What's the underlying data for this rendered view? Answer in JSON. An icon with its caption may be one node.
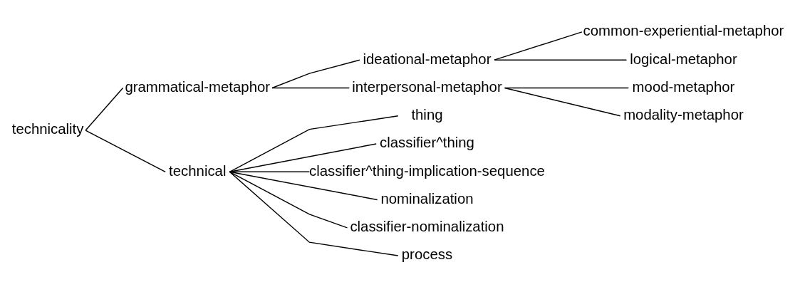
{
  "diagram": {
    "nodes": [
      {
        "text": [
          "technicality"
        ]
      },
      {
        "text": [
          "grammatical-metaphor"
        ]
      },
      {
        "text": [
          "ideational-metaphor"
        ]
      },
      {
        "text": [
          "common-experiential-metaphor"
        ]
      },
      {
        "text": [
          "logical-metaphor"
        ]
      },
      {
        "text": [
          "interpersonal-metaphor"
        ]
      },
      {
        "text": [
          "mood-metaphor"
        ]
      },
      {
        "text": [
          "modality-metaphor"
        ]
      },
      {
        "text": [
          "technical"
        ]
      },
      {
        "text": [
          "thing"
        ]
      },
      {
        "text": [
          "classifier^thing"
        ]
      },
      {
        "text": [
          "classifier^thing-implication-sequence"
        ]
      },
      {
        "text": [
          "nominalization"
        ]
      },
      {
        "text": [
          "classifier-nominalization"
        ]
      },
      {
        "text": [
          "process"
        ]
      }
    ],
    "edges": [
      {
        "from": 0,
        "to": 1,
        "arrow": "none"
      },
      {
        "from": 0,
        "to": 8,
        "arrow": "none"
      },
      {
        "from": 1,
        "to": 2,
        "arrow": "none"
      },
      {
        "from": 1,
        "to": 5,
        "arrow": "none"
      },
      {
        "from": 2,
        "to": 3,
        "arrow": "none"
      },
      {
        "from": 2,
        "to": 4,
        "arrow": "none"
      },
      {
        "from": 5,
        "to": 6,
        "arrow": "none"
      },
      {
        "from": 5,
        "to": 7,
        "arrow": "none"
      },
      {
        "from": 8,
        "to": 9,
        "arrow": "none"
      },
      {
        "from": 8,
        "to": 10,
        "arrow": "none"
      },
      {
        "from": 8,
        "to": 11,
        "arrow": "none"
      },
      {
        "from": 8,
        "to": 12,
        "arrow": "none"
      },
      {
        "from": 8,
        "to": 13,
        "arrow": "none"
      },
      {
        "from": 8,
        "to": 14,
        "arrow": "none"
      }
    ]
  }
}
